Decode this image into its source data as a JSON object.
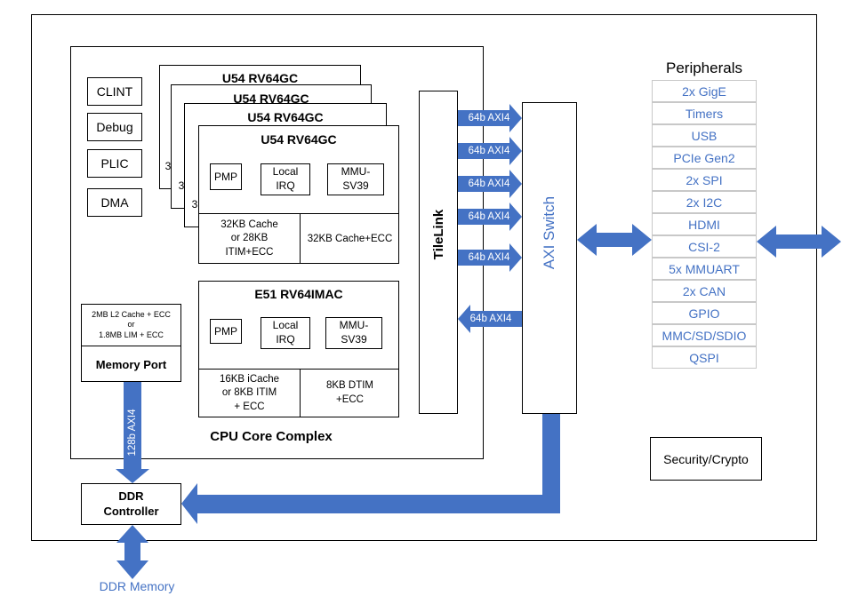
{
  "core_complex": {
    "label": "CPU Core Complex",
    "side_blocks": [
      "CLINT",
      "Debug",
      "PLIC",
      "DMA"
    ],
    "u54": {
      "title": "U54 RV64GC",
      "shadow_titles": [
        "U54 RV64GC",
        "U54 RV64GC",
        "U54 RV64GC"
      ],
      "shadow_stub": "3",
      "pmp": "PMP",
      "local_irq": "Local\nIRQ",
      "mmu": "MMU-\nSV39",
      "cache_left": "32KB Cache\nor 28KB\nITIM+ECC",
      "cache_right": "32KB Cache+ECC"
    },
    "e51": {
      "title": "E51 RV64IMAC",
      "pmp": "PMP",
      "local_irq": "Local\nIRQ",
      "mmu": "MMU-\nSV39",
      "cache_left": "16KB iCache\nor 8KB ITIM\n+ ECC",
      "cache_right": "8KB DTIM\n+ECC"
    },
    "l2": {
      "text": "2MB L2 Cache + ECC\nor\n1.8MB LIM + ECC",
      "memory_port": "Memory Port"
    }
  },
  "tilelink": "TileLink",
  "axi_switch": "AXI Switch",
  "bus_arrows": [
    {
      "label": "64b AXI4",
      "direction": "right"
    },
    {
      "label": "64b AXI4",
      "direction": "right"
    },
    {
      "label": "64b AXI4",
      "direction": "right"
    },
    {
      "label": "64b AXI4",
      "direction": "right"
    },
    {
      "label": "64b AXI4",
      "direction": "right"
    },
    {
      "label": "64b AXI4",
      "direction": "left"
    }
  ],
  "memory_bus_label": "128b AXI4",
  "peripherals": {
    "title": "Peripherals",
    "items": [
      "2x GigE",
      "Timers",
      "USB",
      "PCIe Gen2",
      "2x SPI",
      "2x I2C",
      "HDMI",
      "CSI-2",
      "5x MMUART",
      "2x CAN",
      "GPIO",
      "MMC/SD/SDIO",
      "QSPI"
    ]
  },
  "security": "Security/Crypto",
  "ddr_controller": "DDR\nController",
  "ddr_memory": "DDR Memory",
  "colors": {
    "arrow_blue": "#4472c4",
    "text_blue": "#4472c4",
    "line": "#000000"
  }
}
